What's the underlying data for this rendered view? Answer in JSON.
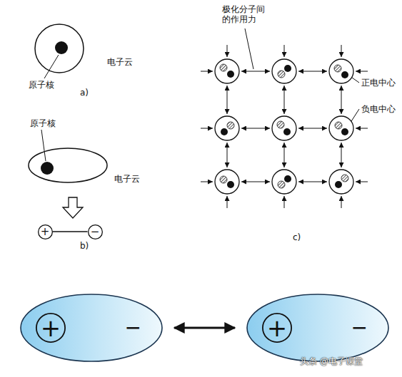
{
  "diagram": {
    "nodes": [
      {
        "text": [
          "+"
        ]
      },
      {
        "text": [
          "−"
        ]
      },
      {
        "text": [
          "−"
        ]
      },
      {
        "text": [
          "+"
        ],
        "in": 2
      },
      {
        "text": [
          "−"
        ]
      },
      {
        "text": [
          "+"
        ],
        "in": 4
      }
    ],
    "edges": [
      {
        "from": 0,
        "to": 1,
        "arrow": "none"
      },
      {
        "from": 2,
        "to": 4,
        "arrow": "both"
      }
    ],
    "labels": [
      "原子核",
      "电子云",
      "a)",
      "原子核",
      "电子云",
      "b)",
      "极化分子间 的作用力",
      "正电中心",
      "负电中心",
      "c)",
      "头条 @电子课堂"
    ]
  }
}
